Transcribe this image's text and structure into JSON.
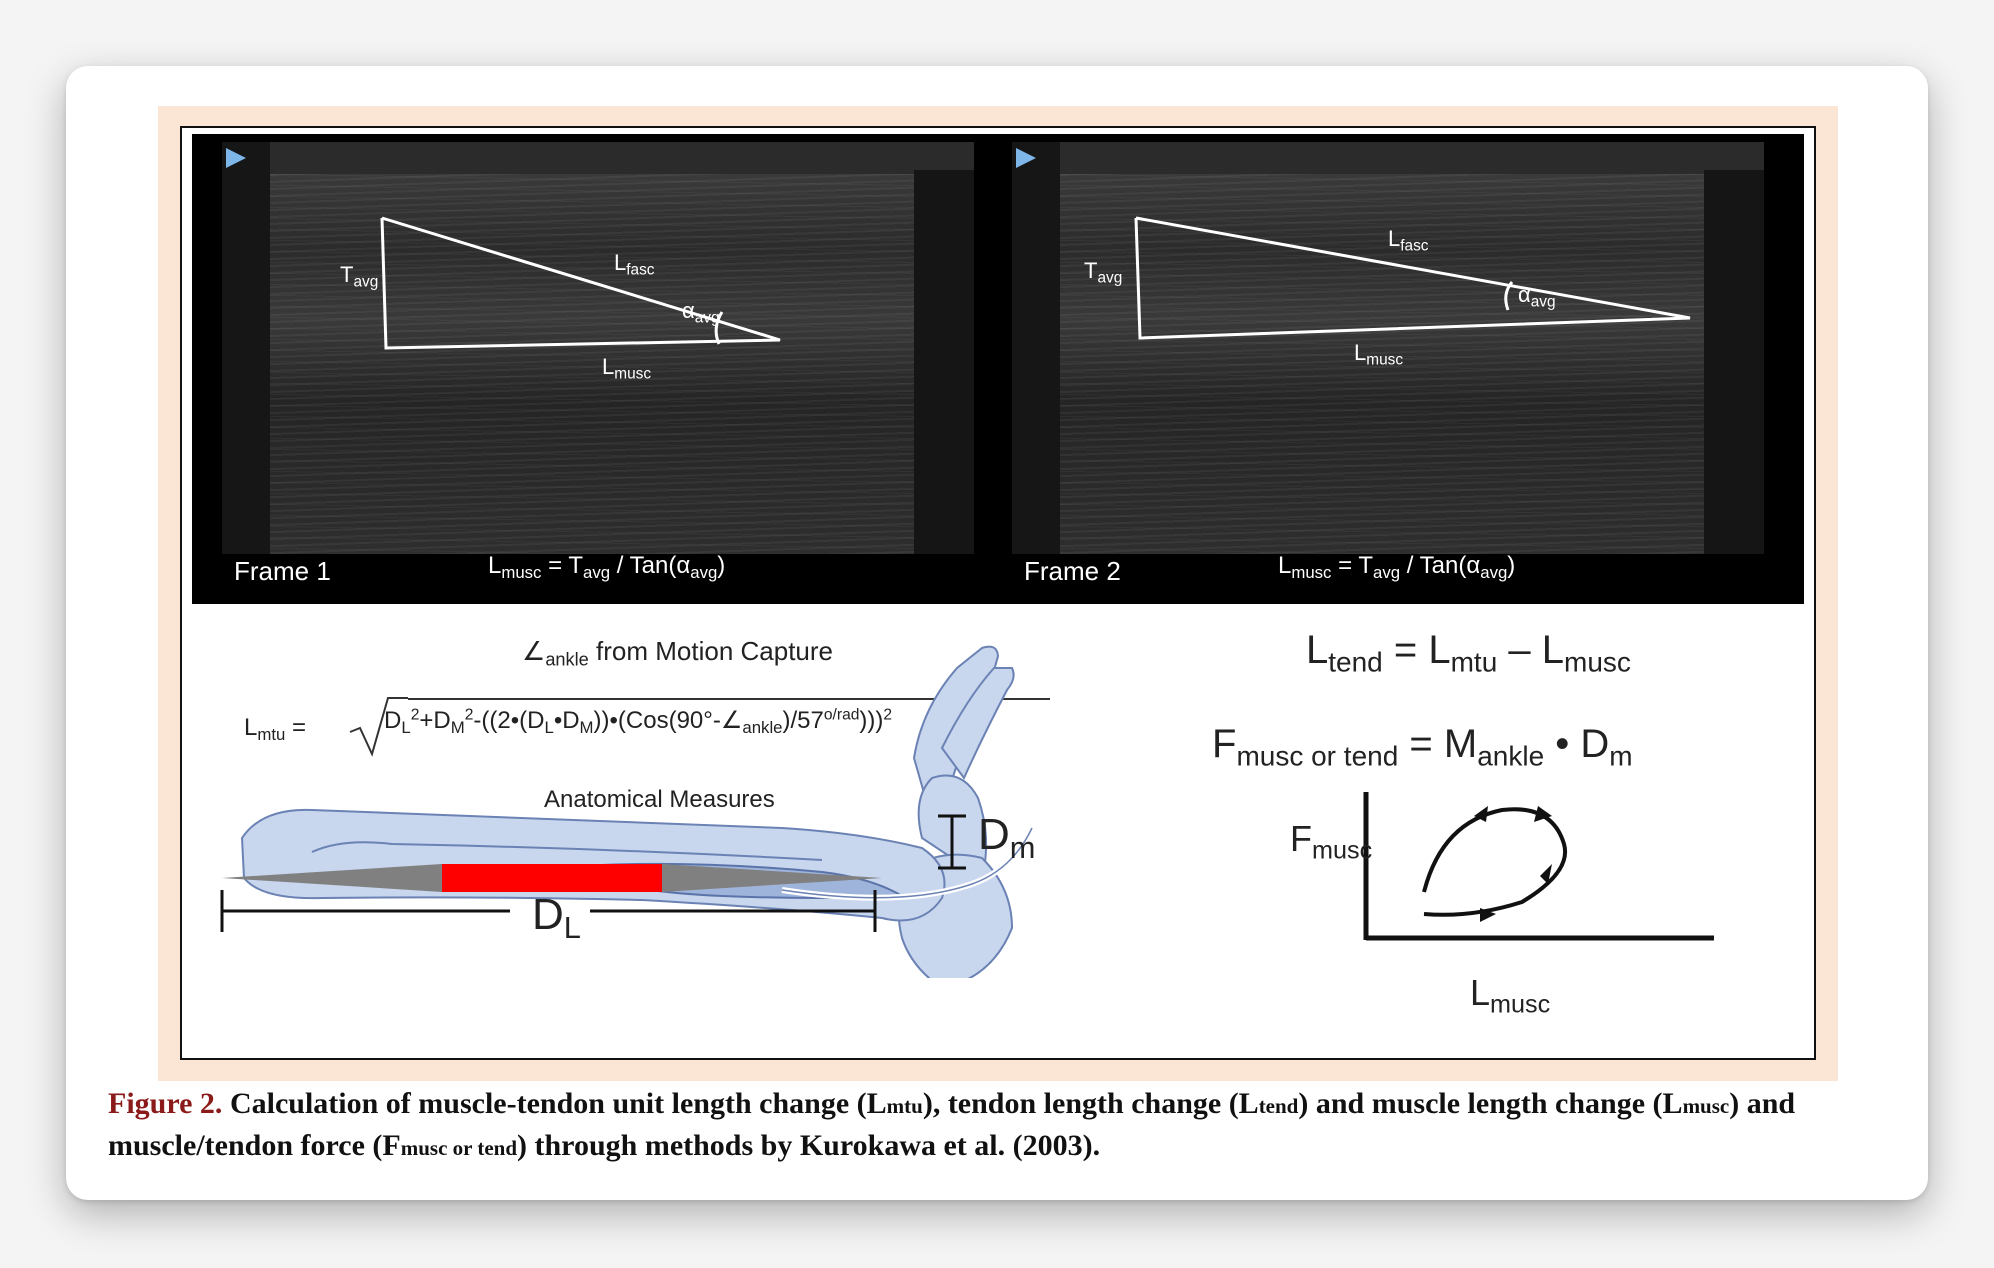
{
  "figure": {
    "frames": [
      {
        "label": "Frame 1",
        "equation": {
          "l": "L",
          "l_sub": "musc",
          "eq": " = T",
          "t_sub": "avg",
          "rest": " / Tan(α",
          "a_sub": "avg",
          "close": ")"
        }
      },
      {
        "label": "Frame 2",
        "equation": {
          "l": "L",
          "l_sub": "musc",
          "eq": " = T",
          "t_sub": "avg",
          "rest": " / Tan(α",
          "a_sub": "avg",
          "close": ")"
        }
      }
    ],
    "annotations": {
      "t": "T",
      "t_sub": "avg",
      "lfasc": "L",
      "lfasc_sub": "fasc",
      "alpha": "α",
      "alpha_sub": "avg",
      "lmusc": "L",
      "lmusc_sub": "musc"
    },
    "lower": {
      "angle_symbol": "∠",
      "angle_sub": "ankle",
      "motion_capture": " from Motion Capture",
      "lmtu": "L",
      "lmtu_sub": "mtu",
      "lmtu_eq": " =",
      "formula_parts": {
        "p1": "D",
        "p1_sub": "L",
        "p1_sup": "2",
        "p2": "+D",
        "p2_sub": "M",
        "p2_sup": "2",
        "p3": "-((2•(D",
        "p3_sub": "L",
        "p4": "•D",
        "p4_sub": "M",
        "p5": "))•(Cos(90°-∠",
        "p5_sub": "ankle",
        "p6": ")/57",
        "p6_sup": "o/rad",
        "p7": ")))",
        "p7_sup": "2"
      },
      "anatomical": "Anatomical Measures",
      "dl": "D",
      "dl_sub": "L",
      "dm": "D",
      "dm_sub": "m"
    },
    "right_equations": {
      "ltend": "L",
      "ltend_sub": "tend",
      "eq1_mid": " = L",
      "eq1_mtu": "mtu",
      "eq1_minus": " – L",
      "eq1_musc": "musc",
      "f": "F",
      "f_sub": "musc or tend",
      "eq2_mid": " = M",
      "eq2_sub": "ankle",
      "eq2_dot": " • D",
      "eq2_dm": "m"
    },
    "loop_plot": {
      "ylabel": "F",
      "ylabel_sub": "musc",
      "xlabel": "L",
      "xlabel_sub": "musc"
    },
    "colors": {
      "muscle_segment": "#ff0000",
      "tendon_segment": "#808080",
      "bone_fill": "#c8d6ee",
      "caption_label": "#8b1a1a"
    }
  },
  "caption": {
    "label": "Figure 2.",
    "t1": " Calculation of muscle-tendon unit length change (L",
    "s1": "mtu",
    "t2": "), tendon length change (L",
    "s2": "tend",
    "t3": ") and muscle length change (L",
    "s3": "musc",
    "t4": ") and muscle/tendon force (F",
    "s4": "musc or tend",
    "t5": ") through methods by Kurokawa et al. (2003)."
  }
}
